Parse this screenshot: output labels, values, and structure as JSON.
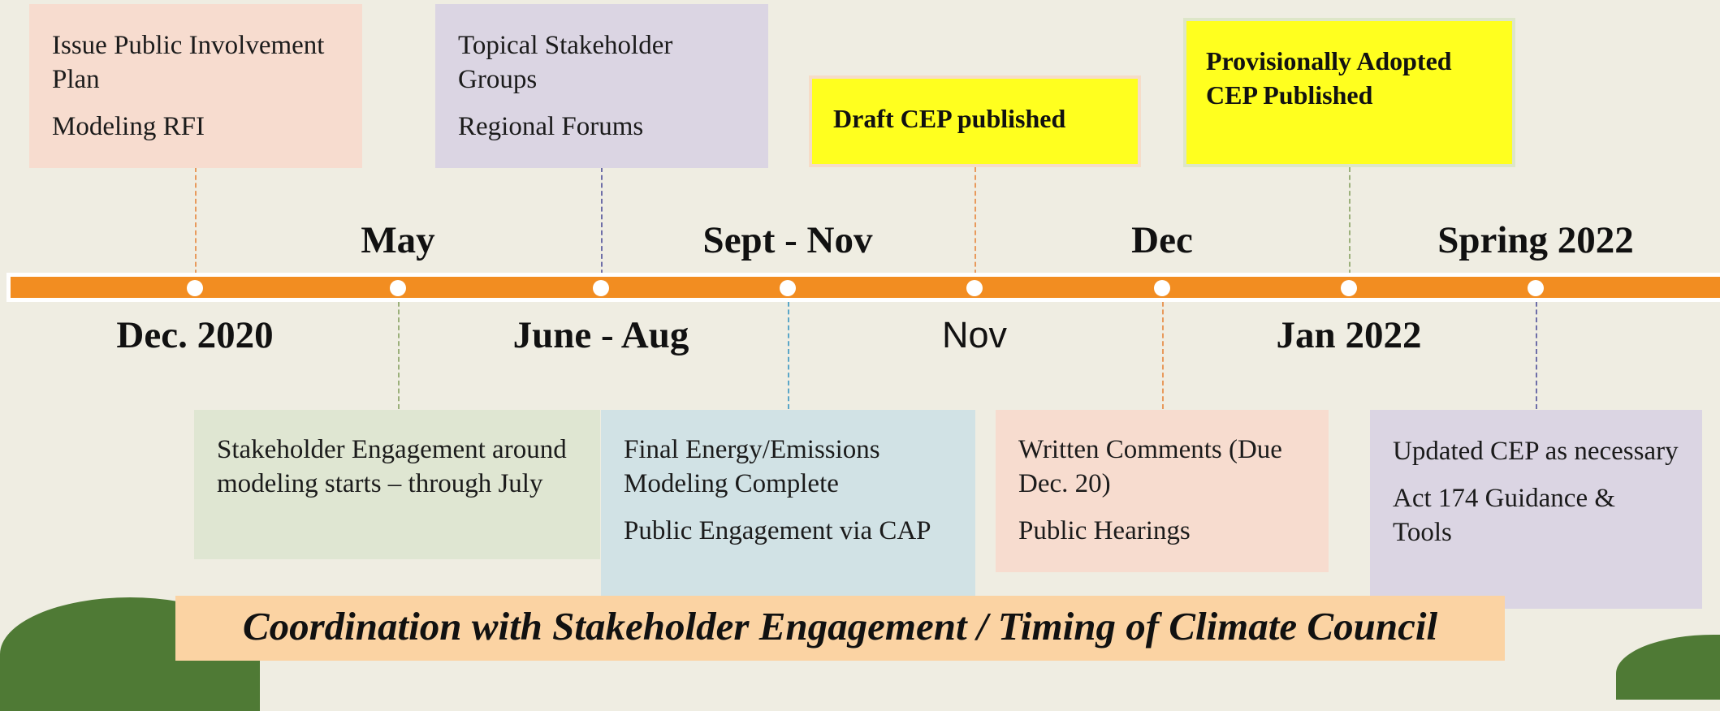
{
  "top_boxes": [
    {
      "lines": [
        "Issue Public Involvement Plan",
        "Modeling RFI"
      ]
    },
    {
      "lines": [
        "Topical Stakeholder Groups",
        "Regional Forums"
      ]
    },
    {
      "lines": [
        "Draft CEP published"
      ]
    },
    {
      "lines": [
        "Provisionally Adopted CEP Published"
      ]
    }
  ],
  "bottom_boxes": [
    {
      "lines": [
        "Stakeholder Engagement around modeling starts – through July"
      ]
    },
    {
      "lines": [
        "Final Energy/Emissions Modeling Complete",
        "Public Engagement via CAP"
      ]
    },
    {
      "lines": [
        "Written Comments (Due Dec. 20)",
        "Public Hearings"
      ]
    },
    {
      "lines": [
        "Updated CEP as necessary",
        "Act 174 Guidance & Tools"
      ]
    }
  ],
  "labels_above": [
    "May",
    "Sept - Nov",
    "Dec",
    "Spring 2022"
  ],
  "labels_below": [
    "Dec. 2020",
    "June - Aug",
    "Nov",
    "Jan 2022"
  ],
  "banner": "Coordination with Stakeholder Engagement / Timing of Climate Council",
  "colors": {
    "background": "#efede2",
    "timeline": "#f28d21",
    "highlight": "#ffff1f",
    "banner": "#fbd3a3"
  }
}
